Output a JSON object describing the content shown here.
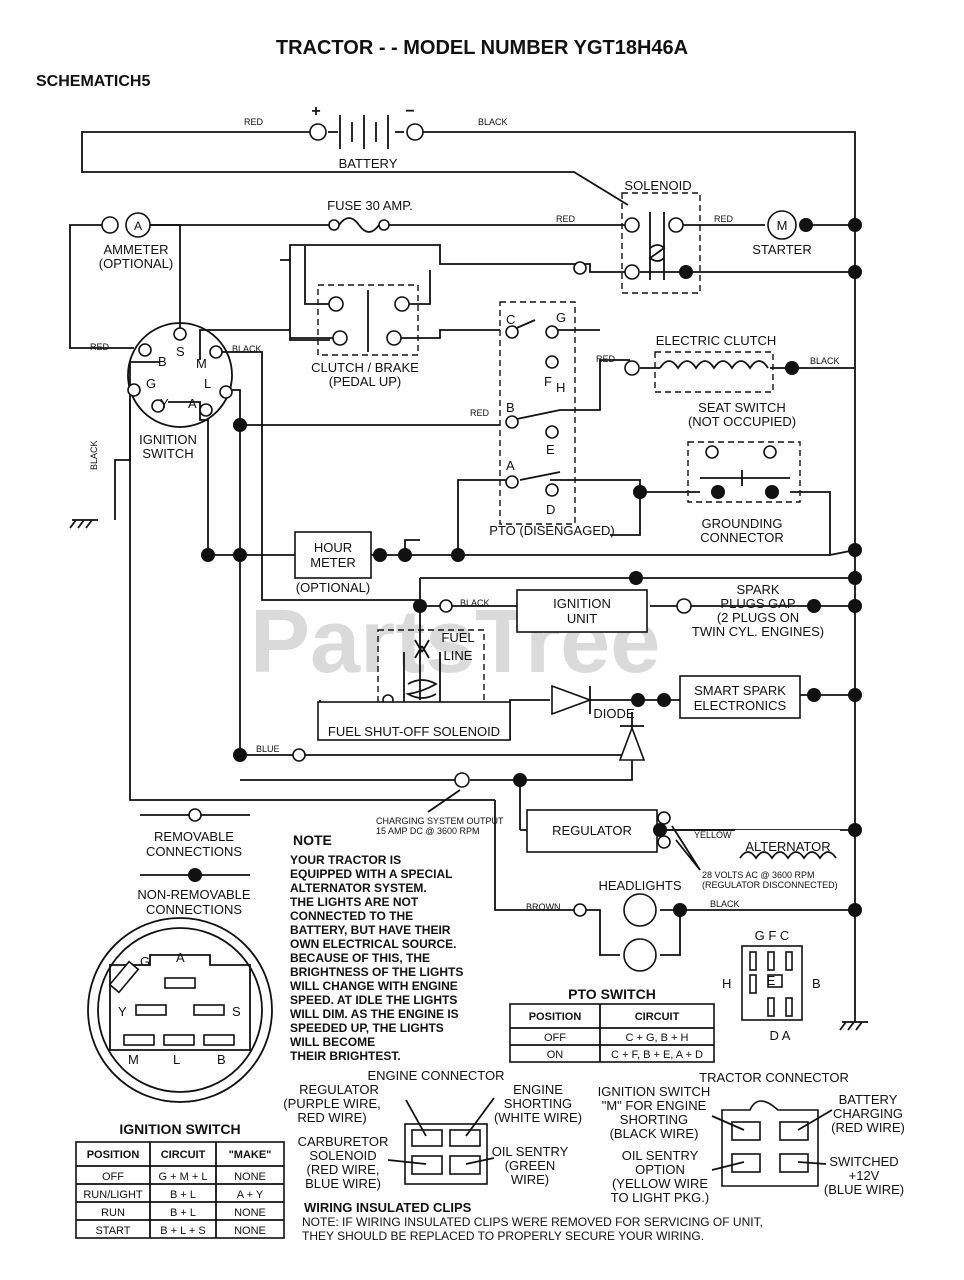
{
  "title": "TRACTOR - - MODEL NUMBER YGT18H46A",
  "subtitle": "SCHEMATICH5",
  "watermark": "PartsTree",
  "components": {
    "battery": "BATTERY",
    "battery_plus": "+",
    "battery_minus": "−",
    "solenoid": "SOLENOID",
    "starter": "STARTER",
    "starter_symbol": "M",
    "fuse": "FUSE 30 AMP.",
    "ammeter_symbol": "A",
    "ammeter": "AMMETER",
    "ammeter_opt": "(OPTIONAL)",
    "clutch_brake_1": "CLUTCH / BRAKE",
    "clutch_brake_2": "(PEDAL UP)",
    "electric_clutch": "ELECTRIC CLUTCH",
    "seat_switch_1": "SEAT SWITCH",
    "seat_switch_2": "(NOT OCCUPIED)",
    "grounding_1": "GROUNDING",
    "grounding_2": "CONNECTOR",
    "pto_disengaged": "PTO (DISENGAGED)",
    "ignition_switch_1": "IGNITION",
    "ignition_switch_2": "SWITCH",
    "hour_meter_1": "HOUR",
    "hour_meter_2": "METER",
    "hour_meter_opt": "(OPTIONAL)",
    "ignition_unit_1": "IGNITION",
    "ignition_unit_2": "UNIT",
    "spark_1": "SPARK",
    "spark_2": "PLUGS GAP",
    "spark_3": "(2 PLUGS ON",
    "spark_4": "TWIN CYL. ENGINES)",
    "fuel_line_1": "FUEL",
    "fuel_line_2": "LINE",
    "fuel_solenoid": "FUEL SHUT-OFF SOLENOID",
    "diode": "DIODE",
    "smart_spark_1": "SMART SPARK",
    "smart_spark_2": "ELECTRONICS",
    "regulator": "REGULATOR",
    "alternator": "ALTERNATOR",
    "headlights": "HEADLIGHTS",
    "charging_1": "CHARGING SYSTEM OUTPUT",
    "charging_2": "15 AMP DC @ 3600 RPM",
    "alt_ac_1": "28 VOLTS AC @ 3600 RPM",
    "alt_ac_2": "(REGULATOR DISCONNECTED)"
  },
  "wire_labels": {
    "red": "RED",
    "black": "BLACK",
    "blue": "BLUE",
    "brown": "BROWN",
    "yellow": "YELLOW"
  },
  "ignition_terminals": [
    "B",
    "S",
    "M",
    "G",
    "L",
    "Y",
    "A"
  ],
  "pto_terminals": [
    "C",
    "G",
    "F",
    "H",
    "B",
    "E",
    "A",
    "D"
  ],
  "legend": {
    "removable_1": "REMOVABLE",
    "removable_2": "CONNECTIONS",
    "nonremovable_1": "NON-REMOVABLE",
    "nonremovable_2": "CONNECTIONS"
  },
  "note_heading": "NOTE",
  "note_lines": [
    "YOUR TRACTOR IS",
    "EQUIPPED WITH A SPECIAL",
    "ALTERNATOR SYSTEM.",
    "THE LIGHTS ARE NOT",
    "CONNECTED TO THE",
    "BATTERY, BUT HAVE THEIR",
    "OWN ELECTRICAL SOURCE.",
    "BECAUSE OF THIS, THE",
    "BRIGHTNESS OF THE LIGHTS",
    "WILL CHANGE WITH ENGINE",
    "SPEED.  AT IDLE THE LIGHTS",
    "WILL DIM.  AS THE ENGINE IS",
    "SPEEDED UP, THE LIGHTS",
    "WILL BECOME",
    "THEIR BRIGHTEST."
  ],
  "ignition_switch_table": {
    "title": "IGNITION SWITCH",
    "headers": [
      "POSITION",
      "CIRCUIT",
      "\"MAKE\""
    ],
    "rows": [
      [
        "OFF",
        "G + M + L",
        "NONE"
      ],
      [
        "RUN/LIGHT",
        "B + L",
        "A + Y"
      ],
      [
        "RUN",
        "B + L",
        "NONE"
      ],
      [
        "START",
        "B + L + S",
        "NONE"
      ]
    ]
  },
  "pto_switch_table": {
    "title": "PTO SWITCH",
    "headers": [
      "POSITION",
      "CIRCUIT"
    ],
    "rows": [
      [
        "OFF",
        "C + G, B + H"
      ],
      [
        "ON",
        "C + F, B + E, A + D"
      ]
    ]
  },
  "pto_pinout": {
    "top": "G F C",
    "left": "H",
    "center": "E",
    "right": "B",
    "bottom": "D  A"
  },
  "engine_connector": {
    "title": "ENGINE CONNECTOR",
    "regulator": [
      "REGULATOR",
      "(PURPLE WIRE,",
      "RED WIRE)"
    ],
    "shorting": [
      "ENGINE",
      "SHORTING",
      "(WHITE WIRE)"
    ],
    "carb": [
      "CARBURETOR",
      "SOLENOID",
      "(RED WIRE,",
      "BLUE WIRE)"
    ],
    "oil": [
      "OIL SENTRY",
      "(GREEN",
      "WIRE)"
    ]
  },
  "tractor_connector": {
    "title": "TRACTOR CONNECTOR",
    "ign": [
      "IGNITION SWITCH",
      "\"M\" FOR ENGINE",
      "SHORTING",
      "(BLACK WIRE)"
    ],
    "battery": [
      "BATTERY",
      "CHARGING",
      "(RED WIRE)"
    ],
    "oil": [
      "OIL SENTRY",
      "OPTION",
      "(YELLOW WIRE",
      "TO LIGHT PKG.)"
    ],
    "switched": [
      "SWITCHED",
      "+12V",
      "(BLUE WIRE)"
    ]
  },
  "clips": {
    "title": "WIRING INSULATED CLIPS",
    "line1": "NOTE: IF WIRING INSULATED CLIPS WERE REMOVED FOR SERVICING OF UNIT,",
    "line2": "THEY SHOULD BE REPLACED TO PROPERLY SECURE YOUR WIRING."
  }
}
